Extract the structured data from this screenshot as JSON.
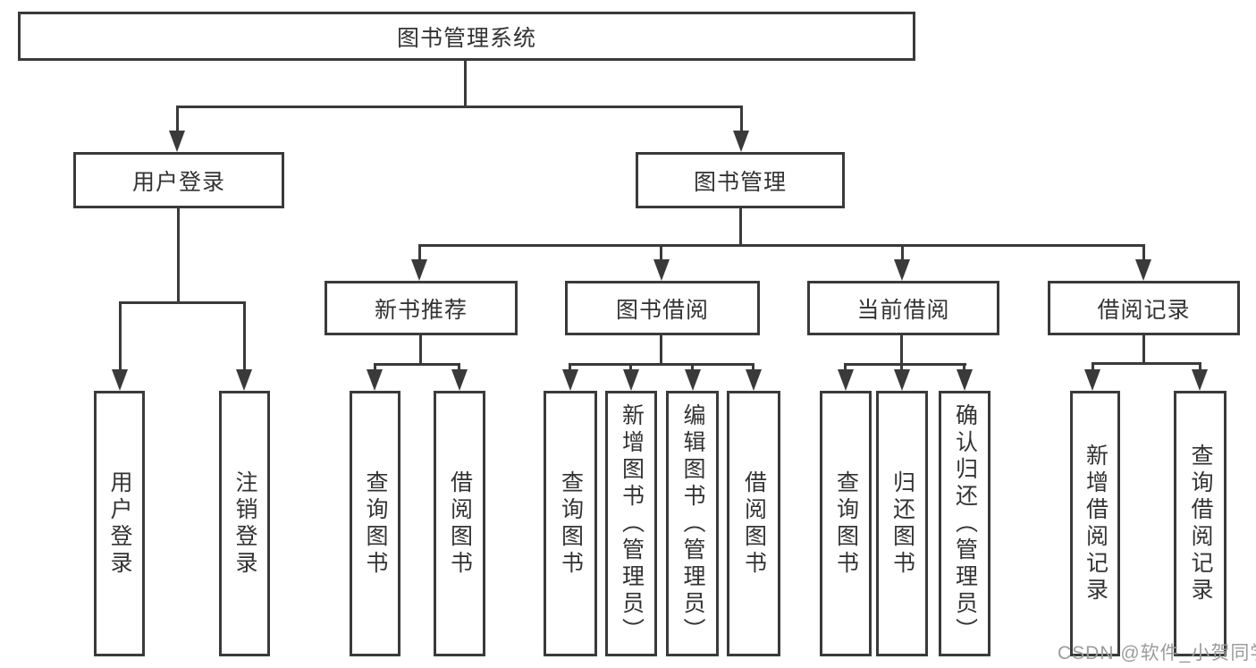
{
  "colors": {
    "line": "#3a3a3a",
    "text": "#333333",
    "box_background": "#ffffff",
    "background": "#ffffff",
    "watermark": "#9c9c9c"
  },
  "watermark": "CSDN @软件_小贺同学",
  "nodes": {
    "root": "图书管理系统",
    "user_login": "用户登录",
    "book_management": "图书管理",
    "new_book_recommendation": "新书推荐",
    "book_borrowing": "图书借阅",
    "current_borrowing": "当前借阅",
    "borrowing_records": "借阅记录",
    "leaves": {
      "user_login": "用户登录",
      "logout": "注销登录",
      "nb_query_books": "查询图书",
      "nb_borrow_books": "借阅图书",
      "bb_query_books": "查询图书",
      "bb_add_books_admin": "新增图书（管理员）",
      "bb_edit_books_admin": "编辑图书（管理员）",
      "bb_borrow_books": "借阅图书",
      "cb_query_books": "查询图书",
      "cb_return_books": "归还图书",
      "cb_confirm_return_admin": "确认归还（管理员）",
      "br_add_record": "新增借阅记录",
      "br_query_record": "查询借阅记录"
    }
  },
  "hierarchy": {
    "图书管理系统": {
      "用户登录": [
        "用户登录",
        "注销登录"
      ],
      "图书管理": {
        "新书推荐": [
          "查询图书",
          "借阅图书"
        ],
        "图书借阅": [
          "查询图书",
          "新增图书（管理员）",
          "编辑图书（管理员）",
          "借阅图书"
        ],
        "当前借阅": [
          "查询图书",
          "归还图书",
          "确认归还（管理员）"
        ],
        "借阅记录": [
          "新增借阅记录",
          "查询借阅记录"
        ]
      }
    }
  }
}
